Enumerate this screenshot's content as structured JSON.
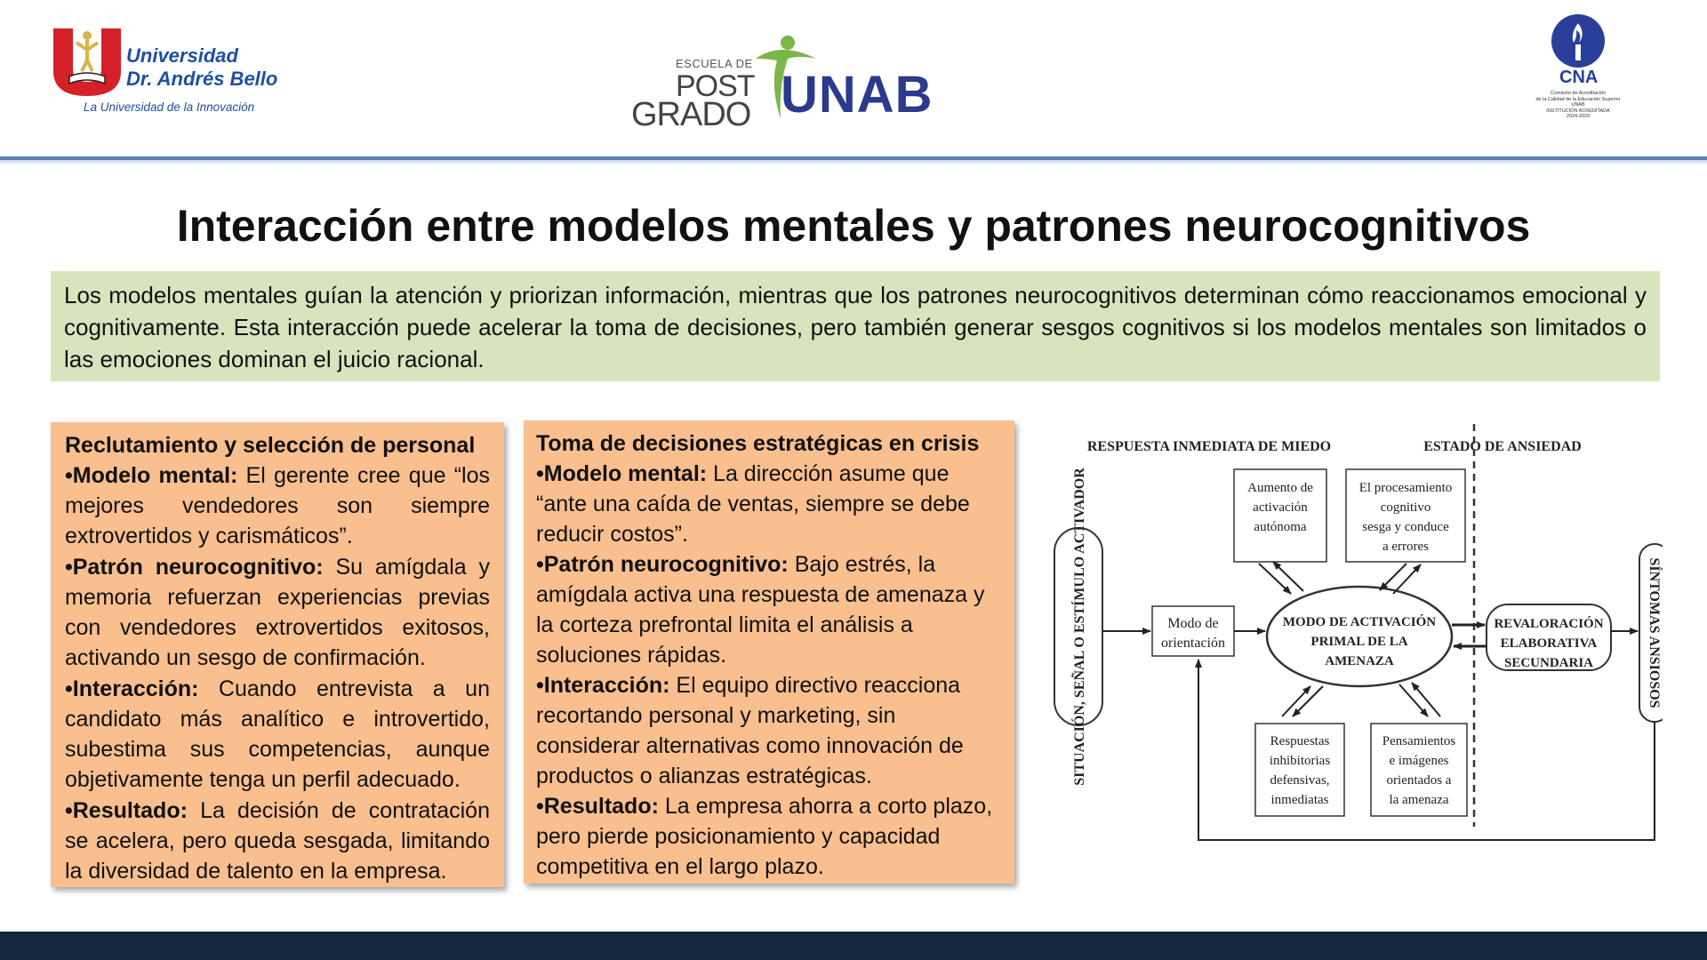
{
  "header": {
    "university_name_line1": "Universidad",
    "university_name_line2": "Dr. Andrés Bello",
    "university_tagline": "La Universidad de la Innovación",
    "postgrado_escuela": "ESCUELA DE",
    "postgrado_post": "POST",
    "postgrado_grado": "GRADO",
    "postgrado_unab": "UNAB",
    "cna_logo_text": "CNA",
    "cna_small_lines": [
      "Comisión de Acreditación",
      "de la Calidad de la Educación Superior",
      "UNAB",
      "INSTITUCIÓN ACREDITADA",
      "2024-2029"
    ],
    "colors": {
      "unab_blue": "#1f4fa0",
      "unab_red": "#d42027",
      "postgrado_green": "#7ab648",
      "header_line": "#5b7fb6"
    }
  },
  "title": "Interacción entre modelos mentales y patrones neurocognitivos",
  "intro": "Los modelos mentales guían la atención y priorizan información, mientras que los patrones neurocognitivos determinan cómo reaccionamos emocional y cognitivamente. Esta interacción puede acelerar la toma de decisiones, pero también generar sesgos cognitivos si los modelos mentales son limitados o las emociones dominan el juicio racional.",
  "cards": [
    {
      "heading": "Reclutamiento y selección de personal",
      "items": [
        {
          "label": "•Modelo mental:",
          "text": " El gerente cree que “los mejores vendedores son siempre extrovertidos y carismáticos”."
        },
        {
          "label": "•Patrón neurocognitivo:",
          "text": " Su amígdala y memoria refuerzan experiencias previas con vendedores extrovertidos exitosos, activando un sesgo de confirmación."
        },
        {
          "label": "•Interacción:",
          "text": " Cuando entrevista a un candidato más analítico e introvertido, subestima sus competencias, aunque objetivamente tenga un perfil adecuado."
        },
        {
          "label": "•Resultado:",
          "text": " La decisión de contratación se acelera, pero queda sesgada, limitando la diversidad de talento en la empresa."
        }
      ]
    },
    {
      "heading": "Toma de decisiones estratégicas en crisis",
      "items": [
        {
          "label": "•Modelo mental:",
          "text": " La dirección asume que “ante una caída de ventas, siempre se debe reducir costos”."
        },
        {
          "label": "•Patrón neurocognitivo:",
          "text": " Bajo estrés, la amígdala activa una respuesta de amenaza y la corteza prefrontal limita el análisis a soluciones rápidas."
        },
        {
          "label": "•Interacción:",
          "text": " El equipo directivo reacciona recortando personal y marketing, sin considerar alternativas como innovación de productos o alianzas estratégicas."
        },
        {
          "label": "•Resultado:",
          "text": " La empresa ahorra a corto plazo, pero pierde posicionamiento y capacidad competitiva en el largo plazo."
        }
      ]
    }
  ],
  "diagram": {
    "heading_left": "RESPUESTA INMEDIATA DE MIEDO",
    "heading_right": "ESTADO DE ANSIEDAD",
    "trigger": "SITUACIÓN, SEÑAL O ESTÍMULO ACTIVADOR",
    "orientation": [
      "Modo de",
      "orientación"
    ],
    "center": [
      "MODO DE ACTIVACIÓN",
      "PRIMAL DE LA",
      "AMENAZA"
    ],
    "reappraisal": [
      "REVALORACIÓN",
      "ELABORATIVA",
      "SECUNDARIA"
    ],
    "symptoms": "SÍNTOMAS ANSIOSOS",
    "box_top_left": [
      "Aumento de",
      "activación",
      "autónoma"
    ],
    "box_top_right": [
      "El procesamiento",
      "cognitivo",
      "sesga y conduce",
      "a errores"
    ],
    "box_bottom_left": [
      "Respuestas",
      "inhibitorias",
      "defensivas,",
      "inmediatas"
    ],
    "box_bottom_right": [
      "Pensamientos",
      "e imágenes",
      "orientados a",
      "la amenaza"
    ]
  }
}
